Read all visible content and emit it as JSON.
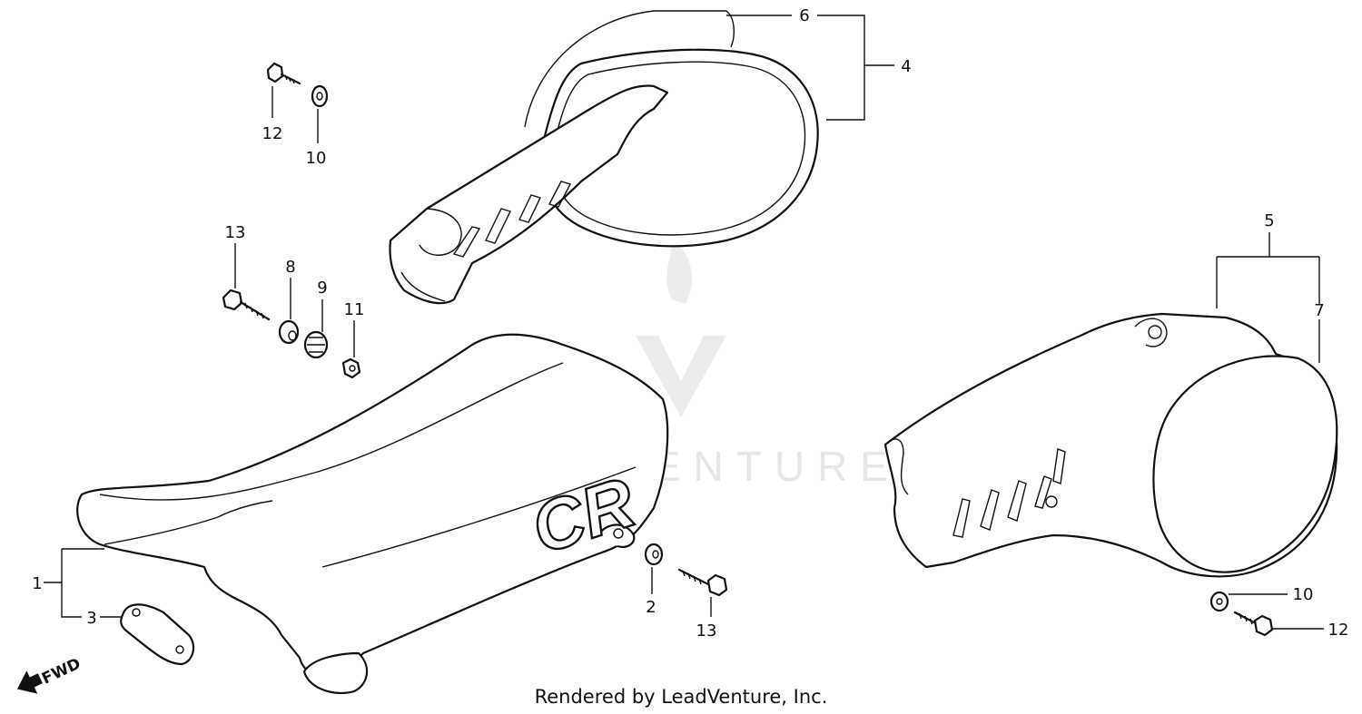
{
  "diagram": {
    "parts": [
      {
        "id": "p1",
        "label": "1"
      },
      {
        "id": "p2",
        "label": "2"
      },
      {
        "id": "p3",
        "label": "3"
      },
      {
        "id": "p4",
        "label": "4"
      },
      {
        "id": "p5",
        "label": "5"
      },
      {
        "id": "p6",
        "label": "6"
      },
      {
        "id": "p7",
        "label": "7"
      },
      {
        "id": "p8",
        "label": "8"
      },
      {
        "id": "p9",
        "label": "9"
      },
      {
        "id": "p10a",
        "label": "10"
      },
      {
        "id": "p10b",
        "label": "10"
      },
      {
        "id": "p11",
        "label": "11"
      },
      {
        "id": "p12a",
        "label": "12"
      },
      {
        "id": "p12b",
        "label": "12"
      },
      {
        "id": "p13a",
        "label": "13"
      },
      {
        "id": "p13b",
        "label": "13"
      }
    ],
    "seat_logo": "CR",
    "direction_label": "FWD"
  },
  "watermark": {
    "text": "LEADVENTURE"
  },
  "footer": {
    "text": "Rendered by LeadVenture, Inc."
  }
}
